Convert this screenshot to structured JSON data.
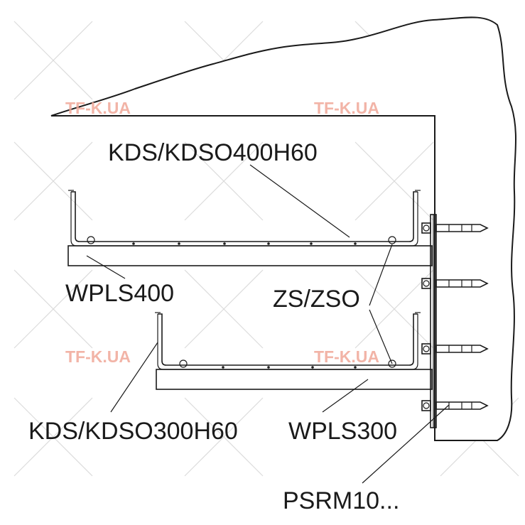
{
  "watermark": "TF-K.UA",
  "labels": {
    "tray_upper": "KDS/KDSO400H60",
    "support_upper": "WPLS400",
    "connector": "ZS/ZSO",
    "tray_lower": "KDS/KDSO300H60",
    "support_lower": "WPLS300",
    "anchor": "PSRM10..."
  },
  "colors": {
    "line": "#1a1a1a",
    "watermark": "#f0a898",
    "background": "#ffffff"
  }
}
